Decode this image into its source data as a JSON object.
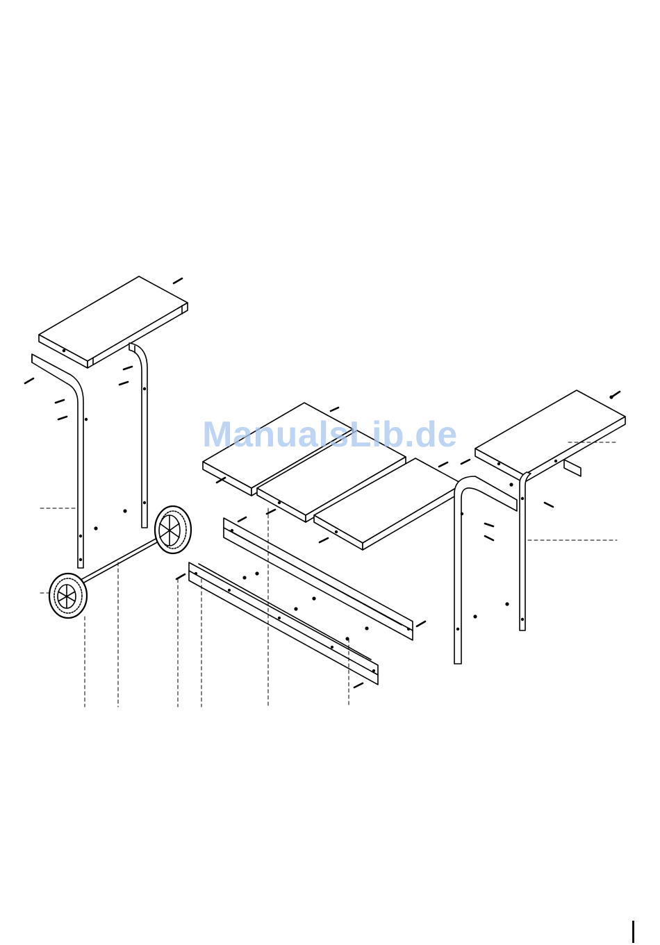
{
  "watermark": {
    "text": "ManualsLib.de",
    "color": "#a9c6f0"
  },
  "diagram": {
    "style": "exploded assembly line drawing",
    "stroke_color": "#000000",
    "background": "#ffffff",
    "parts": [
      "left-side-shelf",
      "left-leg-frame-front",
      "left-leg-frame-rear",
      "wheel-axle",
      "wheel-left",
      "wheel-right",
      "center-shelf-left",
      "center-shelf-middle",
      "center-shelf-right",
      "front-rail",
      "rear-rail",
      "right-side-shelf",
      "right-leg-frame-front",
      "right-leg-frame-rear",
      "bolts"
    ]
  }
}
